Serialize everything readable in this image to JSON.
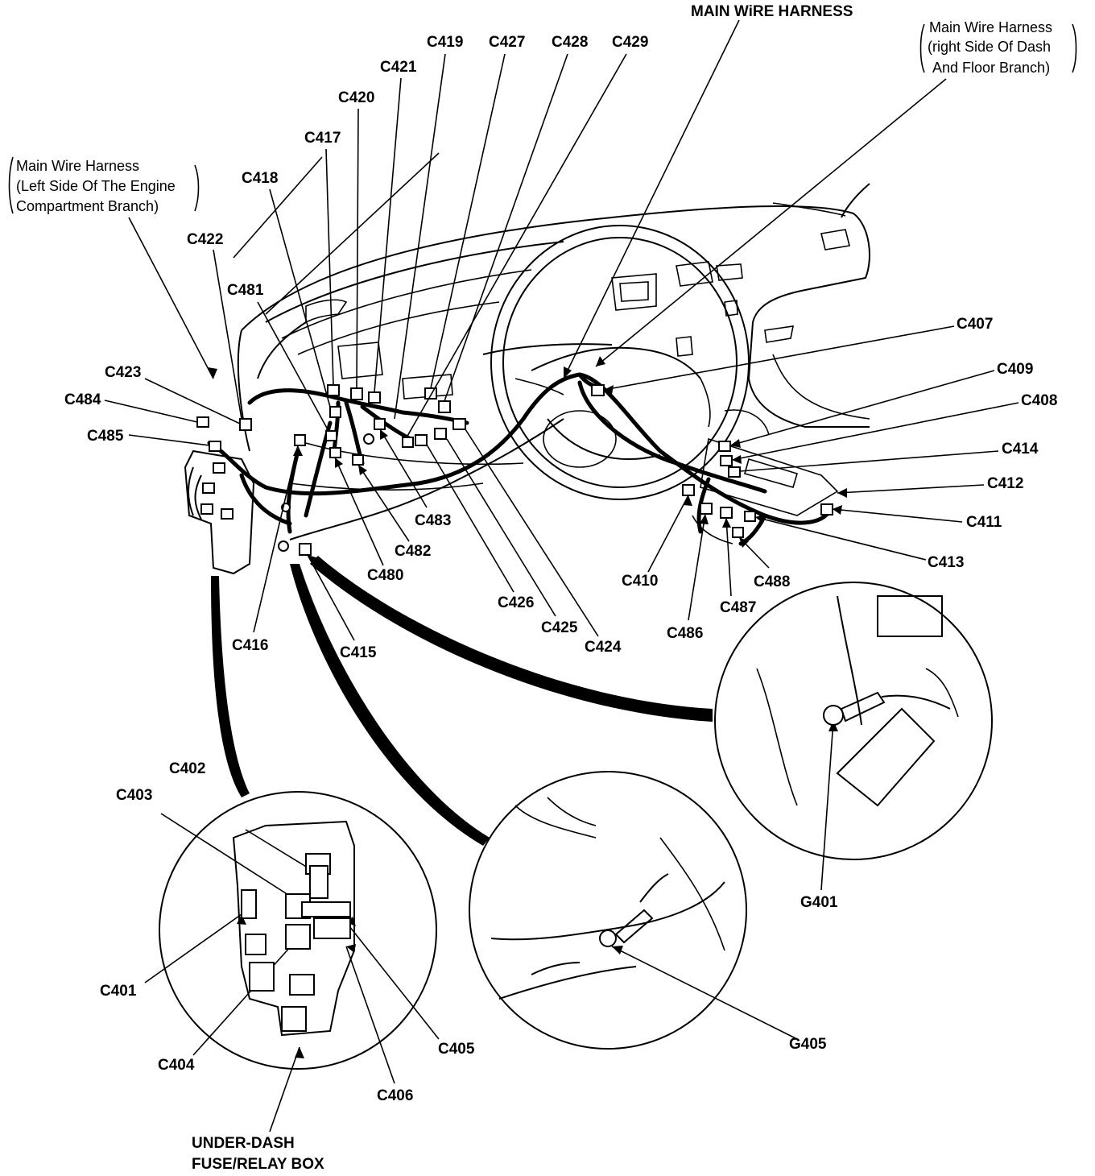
{
  "notes": {
    "left_branch": [
      "Main Wire Harness",
      "(Left Side Of The Engine",
      "Compartment Branch)"
    ],
    "right_branch": [
      "Main Wire Harness",
      "(right Side Of Dash",
      "And Floor Branch)"
    ],
    "main_harness": "MAIN WiRE HARNESS",
    "fuse_box": [
      "UNDER-DASH",
      "FUSE/RELAY BOX"
    ]
  },
  "labels": {
    "c419": "C419",
    "c427": "C427",
    "c428": "C428",
    "c429": "C429",
    "c421": "C421",
    "c420": "C420",
    "c417": "C417",
    "c418": "C418",
    "c422": "C422",
    "c481": "C481",
    "c423": "C423",
    "c484": "C484",
    "c485": "C485",
    "c407": "C407",
    "c409": "C409",
    "c408": "C408",
    "c414": "C414",
    "c412": "C412",
    "c411": "C411",
    "c413": "C413",
    "c410": "C410",
    "c488": "C488",
    "c487": "C487",
    "c486": "C486",
    "c483": "C483",
    "c482": "C482",
    "c480": "C480",
    "c426": "C426",
    "c425": "C425",
    "c424": "C424",
    "c416": "C416",
    "c415": "C415",
    "c402": "C402",
    "c403": "C403",
    "c401": "C401",
    "c404": "C404",
    "c405": "C405",
    "c406": "C406",
    "g401": "G401",
    "g405": "G405"
  }
}
